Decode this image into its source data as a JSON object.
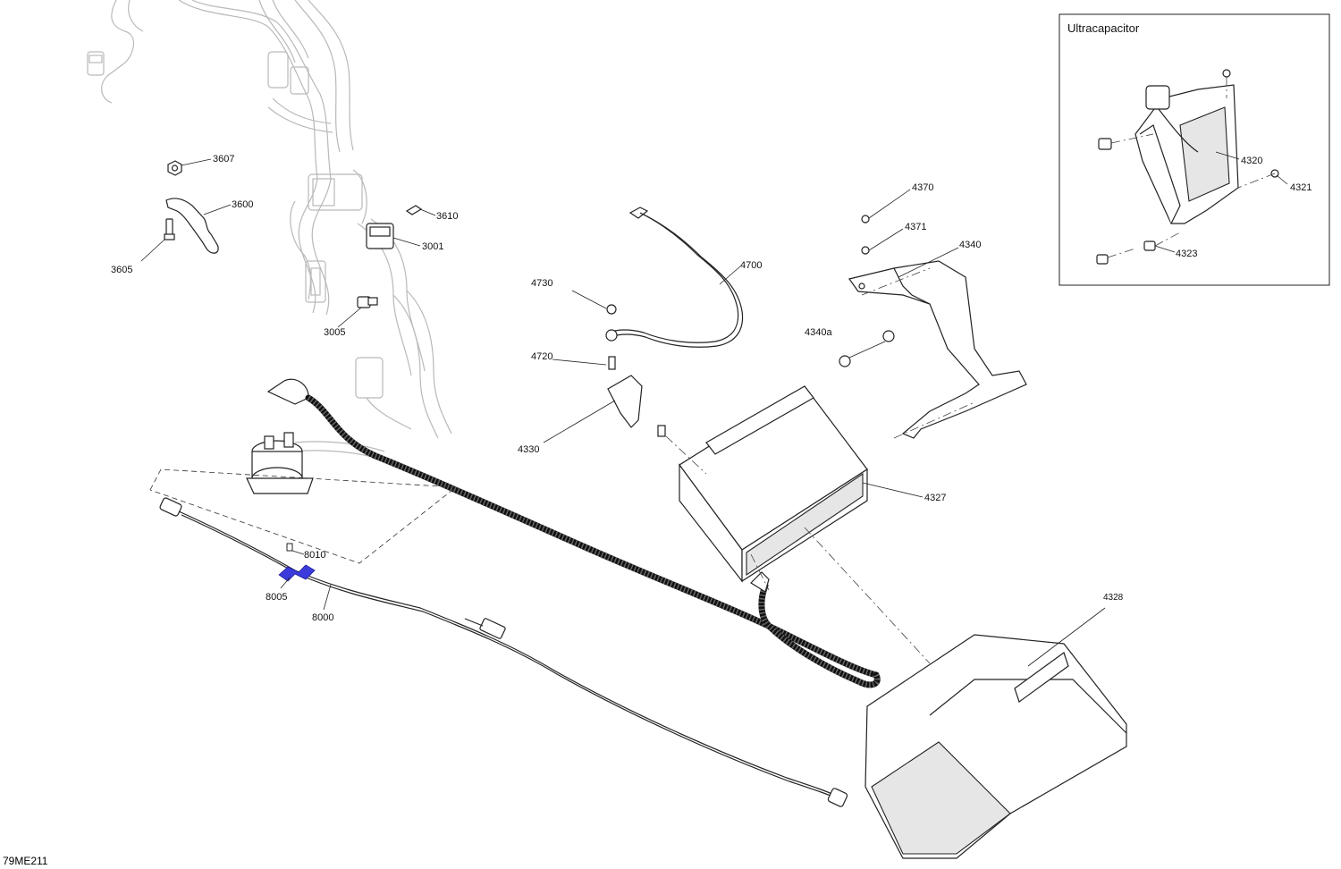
{
  "diagram": {
    "drawing_code": "79ME211",
    "inset_title": "Ultracapacitor",
    "callouts": {
      "c3607": "3607",
      "c3600": "3600",
      "c3605": "3605",
      "c3610": "3610",
      "c3001": "3001",
      "c3005": "3005",
      "c4730": "4730",
      "c4700": "4700",
      "c4720": "4720",
      "c4330": "4330",
      "c4370": "4370",
      "c4371": "4371",
      "c4340": "4340",
      "c4340a": "4340a",
      "c4327": "4327",
      "c4328": "4328",
      "c8010": "8010",
      "c8005": "8005",
      "c8000": "8000",
      "c4320": "4320",
      "c4321": "4321",
      "c4323": "4323"
    },
    "highlight_color": "#3b3bdc"
  }
}
